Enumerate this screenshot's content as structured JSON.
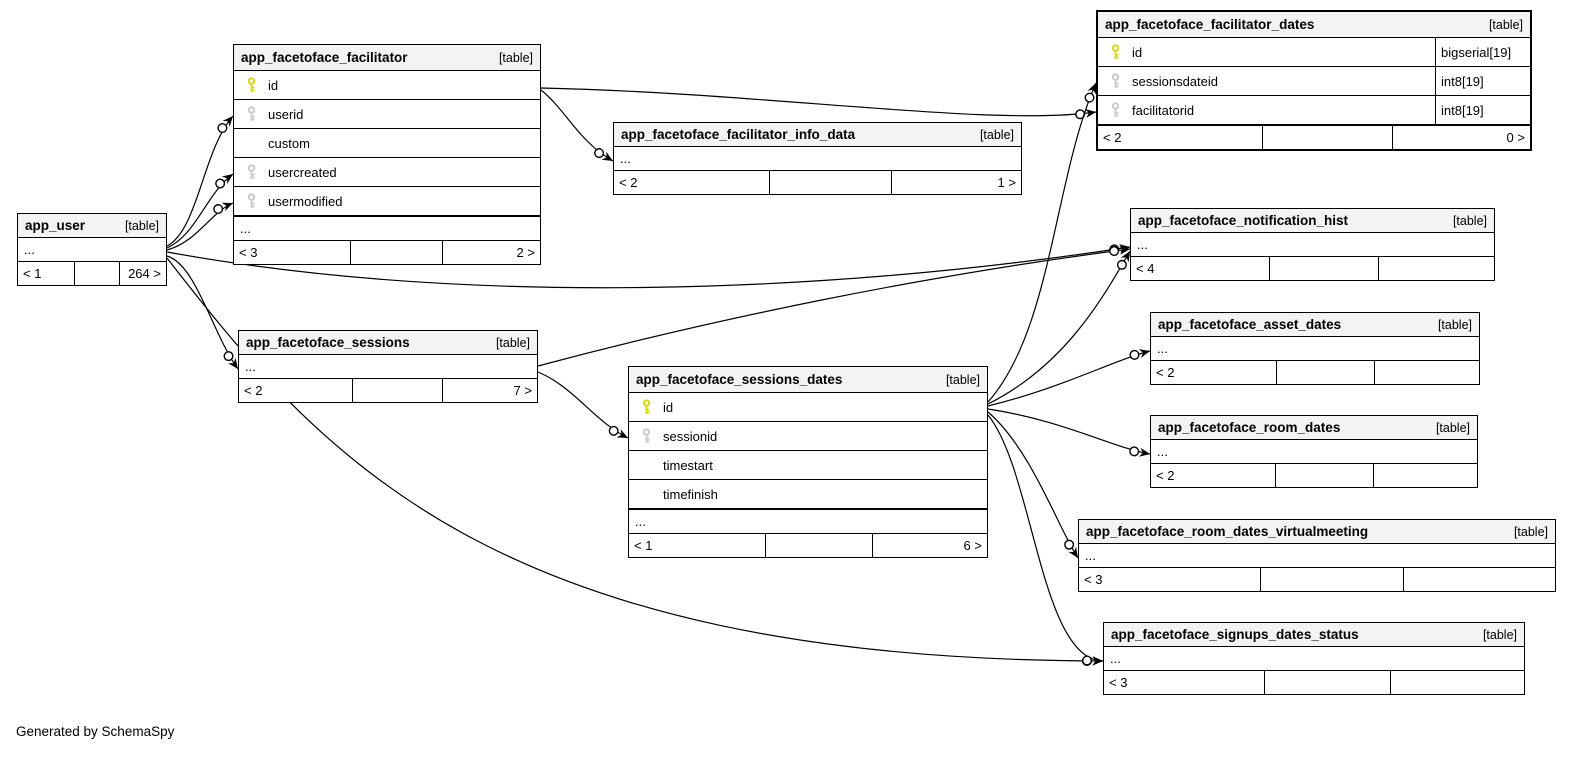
{
  "credit": "Generated by SchemaSpy",
  "colors": {
    "header_bg": "#f3f3f3",
    "primary_key": "#d8d800",
    "foreign_key": "#c9c9c9",
    "border": "#000000"
  },
  "tables": [
    {
      "name": "app_user",
      "tag": "[table]",
      "rows": [
        {
          "name": "..."
        }
      ],
      "footer": {
        "left": "< 1",
        "mid": "",
        "right": "264 >"
      }
    },
    {
      "name": "app_facetoface_facilitator",
      "tag": "[table]",
      "rows": [
        {
          "name": "id",
          "key": "primary"
        },
        {
          "name": "userid",
          "key": "foreign"
        },
        {
          "name": "custom",
          "key": ""
        },
        {
          "name": "usercreated",
          "key": "foreign"
        },
        {
          "name": "usermodified",
          "key": "foreign"
        },
        {
          "name": "..."
        }
      ],
      "footer": {
        "left": "< 3",
        "mid": "",
        "right": "2 >"
      }
    },
    {
      "name": "app_facetoface_facilitator_info_data",
      "tag": "[table]",
      "rows": [
        {
          "name": "..."
        }
      ],
      "footer": {
        "left": "< 2",
        "mid": "",
        "right": "1 >"
      }
    },
    {
      "name": "app_facetoface_facilitator_dates",
      "tag": "[table]",
      "rows": [
        {
          "name": "id",
          "key": "primary",
          "type": "bigserial[19]"
        },
        {
          "name": "sessionsdateid",
          "key": "foreign",
          "type": "int8[19]"
        },
        {
          "name": "facilitatorid",
          "key": "foreign",
          "type": "int8[19]"
        }
      ],
      "footer": {
        "left": "< 2",
        "mid": "",
        "right": "0 >"
      }
    },
    {
      "name": "app_facetoface_notification_hist",
      "tag": "[table]",
      "rows": [
        {
          "name": "..."
        }
      ],
      "footer": {
        "left": "< 4",
        "mid": "",
        "right": ""
      }
    },
    {
      "name": "app_facetoface_sessions",
      "tag": "[table]",
      "rows": [
        {
          "name": "..."
        }
      ],
      "footer": {
        "left": "< 2",
        "mid": "",
        "right": "7 >"
      }
    },
    {
      "name": "app_facetoface_sessions_dates",
      "tag": "[table]",
      "rows": [
        {
          "name": "id",
          "key": "primary"
        },
        {
          "name": "sessionid",
          "key": "foreign"
        },
        {
          "name": "timestart",
          "key": ""
        },
        {
          "name": "timefinish",
          "key": ""
        },
        {
          "name": "..."
        }
      ],
      "footer": {
        "left": "< 1",
        "mid": "",
        "right": "6 >"
      }
    },
    {
      "name": "app_facetoface_asset_dates",
      "tag": "[table]",
      "rows": [
        {
          "name": "..."
        }
      ],
      "footer": {
        "left": "< 2",
        "mid": "",
        "right": ""
      }
    },
    {
      "name": "app_facetoface_room_dates",
      "tag": "[table]",
      "rows": [
        {
          "name": "..."
        }
      ],
      "footer": {
        "left": "< 2",
        "mid": "",
        "right": ""
      }
    },
    {
      "name": "app_facetoface_room_dates_virtualmeeting",
      "tag": "[table]",
      "rows": [
        {
          "name": "..."
        }
      ],
      "footer": {
        "left": "< 3",
        "mid": "",
        "right": ""
      }
    },
    {
      "name": "app_facetoface_signups_dates_status",
      "tag": "[table]",
      "rows": [
        {
          "name": "..."
        }
      ],
      "footer": {
        "left": "< 3",
        "mid": "",
        "right": ""
      }
    }
  ],
  "relationships": [
    {
      "from": "app_user",
      "to": "app_facetoface_facilitator.userid"
    },
    {
      "from": "app_user",
      "to": "app_facetoface_facilitator.usercreated"
    },
    {
      "from": "app_user",
      "to": "app_facetoface_facilitator.usermodified"
    },
    {
      "from": "app_user",
      "to": "app_facetoface_sessions"
    },
    {
      "from": "app_user",
      "to": "app_facetoface_notification_hist"
    },
    {
      "from": "app_user",
      "to": "app_facetoface_signups_dates_status"
    },
    {
      "from": "app_facetoface_facilitator",
      "to": "app_facetoface_facilitator_info_data"
    },
    {
      "from": "app_facetoface_facilitator",
      "to": "app_facetoface_facilitator_dates.facilitatorid"
    },
    {
      "from": "app_facetoface_sessions",
      "to": "app_facetoface_sessions_dates.sessionid"
    },
    {
      "from": "app_facetoface_sessions",
      "to": "app_facetoface_notification_hist"
    },
    {
      "from": "app_facetoface_sessions_dates",
      "to": "app_facetoface_facilitator_dates.sessionsdateid"
    },
    {
      "from": "app_facetoface_sessions_dates",
      "to": "app_facetoface_notification_hist"
    },
    {
      "from": "app_facetoface_sessions_dates",
      "to": "app_facetoface_asset_dates"
    },
    {
      "from": "app_facetoface_sessions_dates",
      "to": "app_facetoface_room_dates"
    },
    {
      "from": "app_facetoface_sessions_dates",
      "to": "app_facetoface_room_dates_virtualmeeting"
    },
    {
      "from": "app_facetoface_sessions_dates",
      "to": "app_facetoface_signups_dates_status"
    }
  ]
}
